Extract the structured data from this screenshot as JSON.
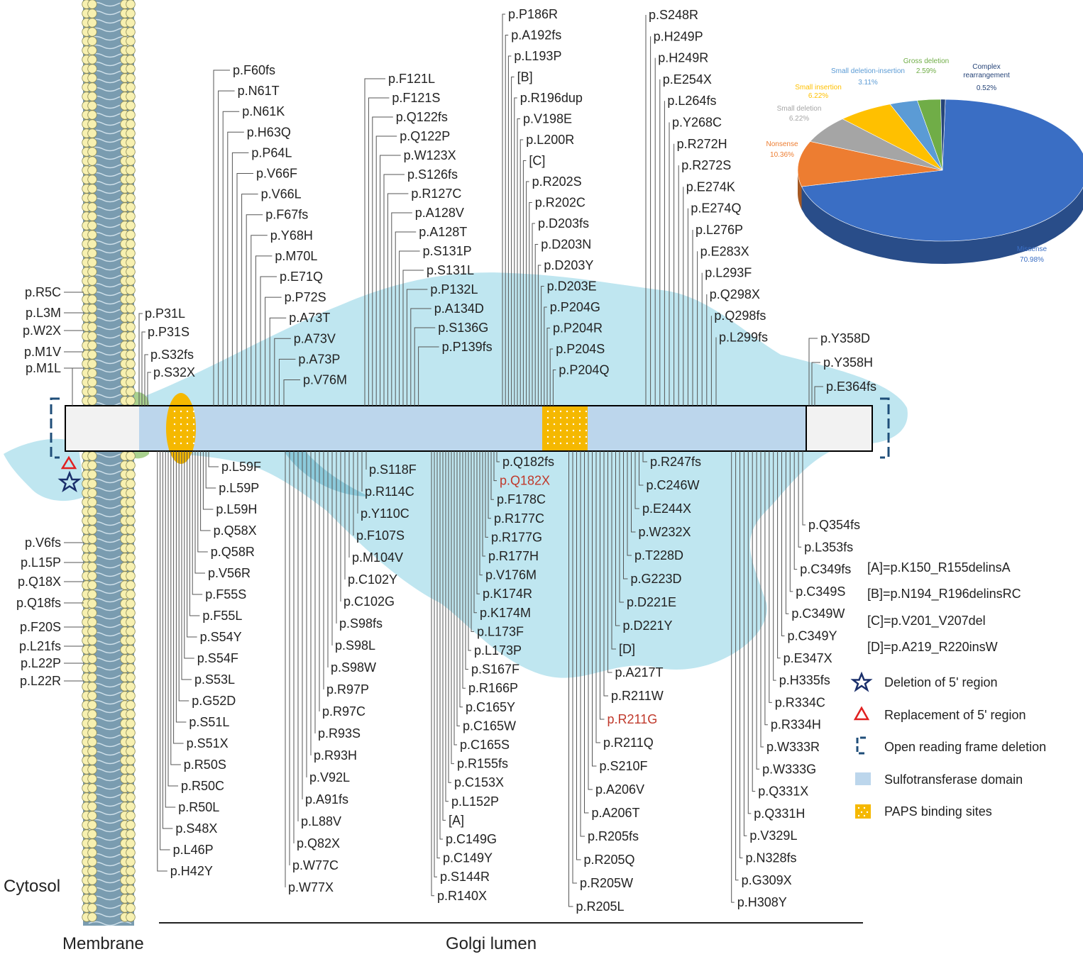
{
  "regions": {
    "cytosol": "Cytosol",
    "membrane": "Membrane",
    "golgi": "Golgi lumen"
  },
  "colors": {
    "domain": "#bcd6ec",
    "paps": "#f5b800",
    "lumen": "#bfe6f0",
    "orf_bracket": "#1f4e79",
    "red_label": "#c0392b",
    "star": "#1a2f6b",
    "triangle": "#e02020"
  },
  "mutations": {
    "left_top": [
      "p.R5C",
      "p.L3M",
      "p.W2X",
      "p.M1V",
      "p.M1L"
    ],
    "left_bottom": [
      "p.V6fs",
      "p.L15P",
      "p.Q18X",
      "p.Q18fs",
      "p.F20S",
      "p.L21fs",
      "p.L22P",
      "p.L22R"
    ],
    "top_a": [
      "p.P31L",
      "p.P31S",
      "p.S32fs",
      "p.S32X"
    ],
    "top_b": [
      "p.F60fs",
      "p.N61T",
      "p.N61K",
      "p.H63Q",
      "p.P64L",
      "p.V66F",
      "p.V66L",
      "p.F67fs",
      "p.Y68H",
      "p.M70L",
      "p.E71Q",
      "p.P72S",
      "p.A73T",
      "p.A73V",
      "p.A73P",
      "p.V76M"
    ],
    "top_c": [
      "p.F121L",
      "p.F121S",
      "p.Q122fs",
      "p.Q122P",
      "p.W123X",
      "p.S126fs",
      "p.R127C",
      "p.A128V",
      "p.A128T",
      "p.S131P",
      "p.S131L",
      "p.P132L",
      "p.A134D",
      "p.S136G",
      "p.P139fs"
    ],
    "top_d": [
      "p.P186R",
      "p.A192fs",
      "p.L193P",
      "[B]",
      "p.R196dup",
      "p.V198E",
      "p.L200R",
      "[C]",
      "p.R202S",
      "p.R202C",
      "p.D203fs",
      "p.D203N",
      "p.D203Y",
      "p.D203E",
      "p.P204G",
      "p.P204R",
      "p.P204S",
      "p.P204Q"
    ],
    "top_e": [
      "p.S248R",
      "p.H249P",
      "p.H249R",
      "p.E254X",
      "p.L264fs",
      "p.Y268C",
      "p.R272H",
      "p.R272S",
      "p.E274K",
      "p.E274Q",
      "p.L276P",
      "p.E283X",
      "p.L293F",
      "p.Q298X",
      "p.Q298fs",
      "p.L299fs"
    ],
    "top_f": [
      "p.Y358D",
      "p.Y358H",
      "p.E364fs"
    ],
    "bot_a": [
      "p.L59F",
      "p.L59P",
      "p.L59H",
      "p.Q58X",
      "p.Q58R",
      "p.V56R",
      "p.F55S",
      "p.F55L",
      "p.S54Y",
      "p.S54F",
      "p.S53L",
      "p.G52D",
      "p.S51L",
      "p.S51X",
      "p.R50S",
      "p.R50C",
      "p.R50L",
      "p.S48X",
      "p.L46P",
      "p.H42Y"
    ],
    "bot_b": [
      "p.S118F",
      "p.R114C",
      "p.Y110C",
      "p.F107S",
      "p.M104V",
      "p.C102Y",
      "p.C102G",
      "p.S98fs",
      "p.S98L",
      "p.S98W",
      "p.R97P",
      "p.R97C",
      "p.R93S",
      "p.R93H",
      "p.V92L",
      "p.A91fs",
      "p.L88V",
      "p.Q82X",
      "p.W77C",
      "p.W77X"
    ],
    "bot_c": [
      "p.Q182fs",
      "p.Q182X",
      "p.F178C",
      "p.R177C",
      "p.R177G",
      "p.R177H",
      "p.V176M",
      "p.K174R",
      "p.K174M",
      "p.L173F",
      "p.L173P",
      "p.S167F",
      "p.R166P",
      "p.C165Y",
      "p.C165W",
      "p.C165S",
      "p.R155fs",
      "p.C153X",
      "p.L152P",
      "[A]",
      "p.C149G",
      "p.C149Y",
      "p.S144R",
      "p.R140X"
    ],
    "bot_d": [
      "p.R247fs",
      "p.C246W",
      "p.E244X",
      "p.W232X",
      "p.T228D",
      "p.G223D",
      "p.D221E",
      "p.D221Y",
      "[D]",
      "p.A217T",
      "p.R211W",
      "p.R211G",
      "p.R211Q",
      "p.S210F",
      "p.A206V",
      "p.A206T",
      "p.R205fs",
      "p.R205Q",
      "p.R205W",
      "p.R205L"
    ],
    "bot_e": [
      "p.Q354fs",
      "p.L353fs",
      "p.C349fs",
      "p.C349S",
      "p.C349W",
      "p.C349Y",
      "p.E347X",
      "p.H335fs",
      "p.R334C",
      "p.R334H",
      "p.W333R",
      "p.W333G",
      "p.Q331X",
      "p.Q331H",
      "p.V329L",
      "p.N328fs",
      "p.G309X",
      "p.H308Y"
    ]
  },
  "red_mutations": [
    "p.Q182X",
    "p.R211G"
  ],
  "abbreviations": [
    "[A]=p.K150_R155delinsA",
    "[B]=p.N194_R196delinsRC",
    "[C]=p.V201_V207del",
    "[D]=p.A219_R220insW"
  ],
  "legend": [
    {
      "icon": "star-icon",
      "label": "Deletion of 5' region"
    },
    {
      "icon": "triangle-icon",
      "label": "Replacement of 5' region"
    },
    {
      "icon": "bracket-icon",
      "label": "Open reading frame deletion"
    },
    {
      "icon": "domain-swatch",
      "label": "Sulfotransferase domain"
    },
    {
      "icon": "paps-swatch",
      "label": "PAPS binding sites"
    }
  ],
  "chart_data": {
    "type": "pie",
    "title": "",
    "slices": [
      {
        "name": "Missense",
        "value": 70.98,
        "label": "70.98%",
        "color": "#3a6ec4"
      },
      {
        "name": "Nonsense",
        "value": 10.36,
        "label": "10.36%",
        "color": "#ed7d31"
      },
      {
        "name": "Small deletion",
        "value": 6.22,
        "label": "6.22%",
        "color": "#a5a5a5"
      },
      {
        "name": "Small insertion",
        "value": 6.22,
        "label": "6.22%",
        "color": "#ffc000"
      },
      {
        "name": "Small deletion-insertion",
        "value": 3.11,
        "label": "3.11%",
        "color": "#5b9bd5"
      },
      {
        "name": "Gross deletion",
        "value": 2.59,
        "label": "2.59%",
        "color": "#70ad47"
      },
      {
        "name": "Complex rearrangement",
        "value": 0.52,
        "label": "0.52%",
        "color": "#264478"
      }
    ]
  }
}
